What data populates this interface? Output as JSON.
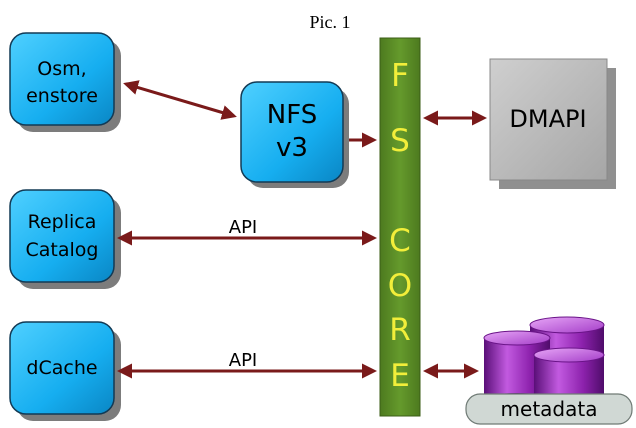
{
  "caption": "Pic. 1",
  "boxes": {
    "osm": {
      "line1": "Osm,",
      "line2": "enstore"
    },
    "nfs": {
      "line1": "NFS",
      "line2": "v3"
    },
    "replica": {
      "line1": "Replica",
      "line2": "Catalog"
    },
    "dcache": {
      "label": "dCache"
    },
    "dmapi": {
      "label": "DMAPI"
    }
  },
  "core_letters": [
    "F",
    "S",
    "C",
    "O",
    "R",
    "E"
  ],
  "links": {
    "replica_label": "API",
    "dcache_label": "API"
  },
  "metadata": {
    "label": "metadata"
  },
  "colors": {
    "box_fill": "#1ab2f2",
    "box_stroke": "#123a55",
    "core_fill": "#5b8a26",
    "core_text": "#f2ee3a",
    "arrow": "#7a1a1a",
    "dmapi_fill": "#b7b7b7",
    "cylinder_fill": "#8a1fa8",
    "metadata_fill": "#d0d8d4"
  }
}
